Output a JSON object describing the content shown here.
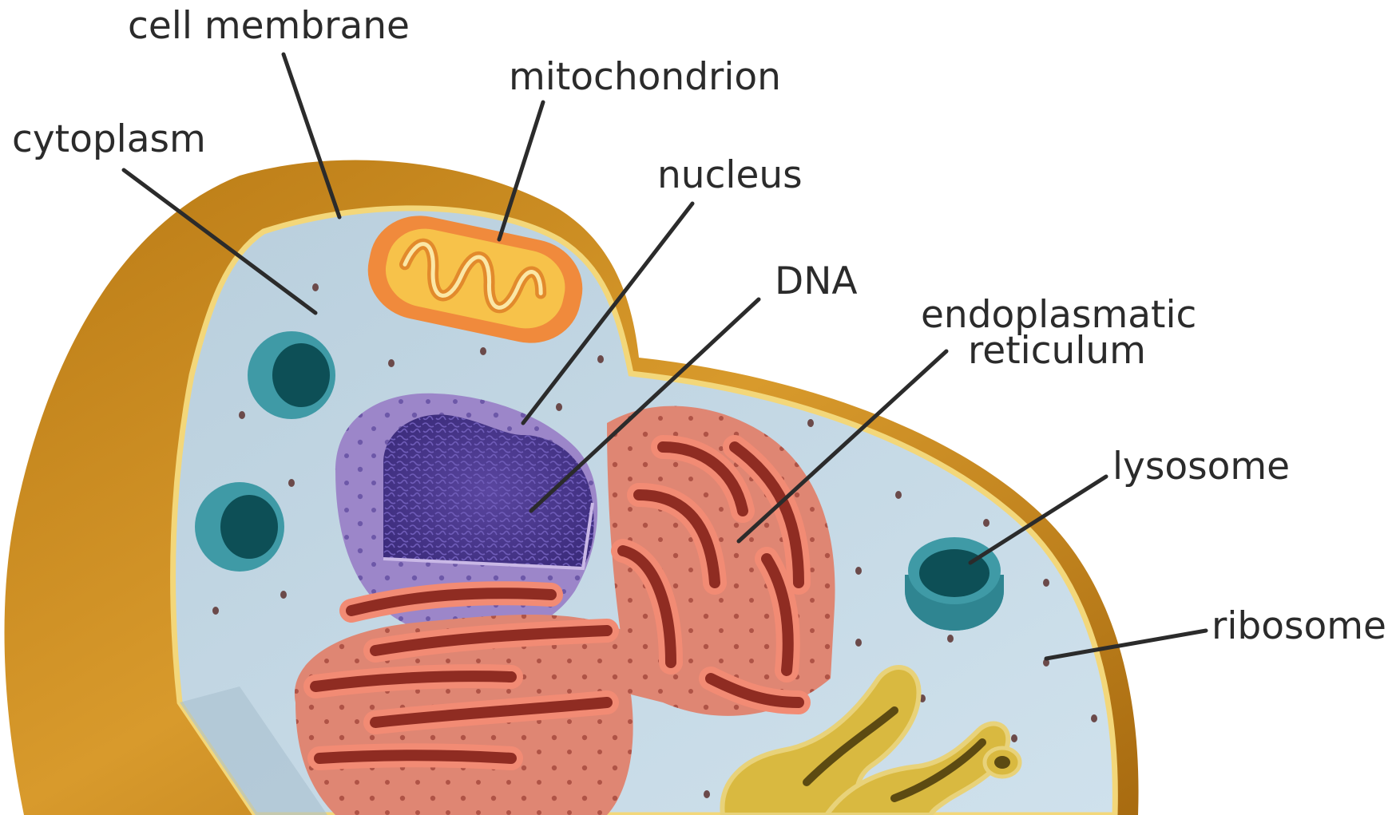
{
  "labels": {
    "cell_membrane": "cell membrane",
    "mitochondrion": "mitochondrion",
    "cytoplasm": "cytoplasm",
    "nucleus": "nucleus",
    "dna": "DNA",
    "endoplasmatic_reticulum_line1": "endoplasmatic",
    "endoplasmatic_reticulum_line2": "reticulum",
    "lysosome": "lysosome",
    "ribosome": "ribosome"
  },
  "colors": {
    "membrane_outer": "#c98a1e",
    "membrane_rim": "#f3d77a",
    "cytoplasm": "#c3d9e6",
    "mitochondrion": "#f08a3c",
    "mitochondrion_inner": "#f7c24a",
    "nucleus_envelope": "#9c86c9",
    "dna": "#4b3a8e",
    "er": "#e07a6a",
    "er_dark": "#8f2c22",
    "lysosome": "#3f9aa6",
    "lysosome_dark": "#0d4f56",
    "golgi": "#d9b940",
    "ribosome_dot": "#6b4a4a"
  }
}
